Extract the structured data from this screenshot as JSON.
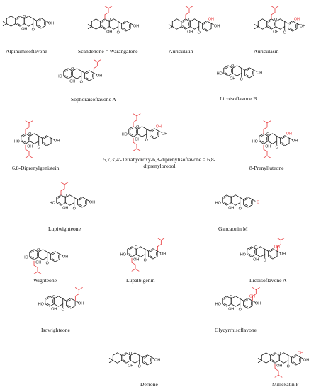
{
  "figure": {
    "compounds": [
      {
        "id": "alpinumisoflavone",
        "name": "Alpinumisoflavone",
        "labels": [
          "OH",
          "O",
          "OH"
        ]
      },
      {
        "id": "scandenone",
        "name": "Scandenone = Warangalone",
        "labels": [
          "OH",
          "O",
          "OH"
        ]
      },
      {
        "id": "auriculatin",
        "name": "Auriculatin",
        "labels": [
          "OH",
          "O",
          "OH",
          "OH"
        ]
      },
      {
        "id": "auriculasin",
        "name": "Auriculasin",
        "labels": [
          "OH",
          "O",
          "OH",
          "OH"
        ]
      },
      {
        "id": "sophoraisoflavone-a",
        "name": "Sophoraisoflavone A",
        "labels": [
          "HO",
          "OH",
          "O",
          "OH"
        ]
      },
      {
        "id": "licoisoflavone-b",
        "name": "Licoisoflavone B",
        "labels": [
          "HO",
          "OH",
          "O"
        ]
      },
      {
        "id": "diprenylgenistein",
        "name": "6,8-Diprenylgenistein",
        "labels": [
          "HO",
          "OH",
          "O",
          "OH"
        ]
      },
      {
        "id": "tetrahydroxy-diprenylisoflavone",
        "name": "5,7,3',4'-Tetrahydroxy-6,8-diprenylisoflavone = 6,8-diprenylorobol",
        "labels": [
          "HO",
          "OH",
          "O",
          "OH",
          "OH"
        ]
      },
      {
        "id": "prenylluteone",
        "name": "8-Prenylluteone",
        "labels": [
          "HO",
          "OH",
          "O",
          "OH",
          "OH"
        ]
      },
      {
        "id": "lupiwighteone",
        "name": "Lupiwighteone",
        "labels": [
          "HO",
          "OH",
          "O",
          "OH"
        ]
      },
      {
        "id": "gancaonin-m",
        "name": "Gancaonin M",
        "labels": [
          "HO",
          "OH",
          "O",
          "O"
        ]
      },
      {
        "id": "wighteone",
        "name": "Wighteone",
        "labels": [
          "HO",
          "OH",
          "O",
          "OH"
        ]
      },
      {
        "id": "lupalbigenin",
        "name": "Lupalbigenin",
        "labels": [
          "HO",
          "OH",
          "O",
          "OH"
        ]
      },
      {
        "id": "licoisoflavone-a",
        "name": "Licoisoflavone A",
        "labels": [
          "HO",
          "OH",
          "O",
          "OH",
          "OH"
        ]
      },
      {
        "id": "isowighteone",
        "name": "Isowighteone",
        "labels": [
          "HO",
          "OH",
          "O",
          "OH"
        ]
      },
      {
        "id": "glycyrrhisoflavone",
        "name": "Glycyrrhisoflavone",
        "labels": [
          "HO",
          "OH",
          "O",
          "OH",
          "OH"
        ]
      },
      {
        "id": "derrone",
        "name": "Derrone",
        "labels": [
          "OH",
          "O",
          "OH"
        ]
      },
      {
        "id": "millexatin-f",
        "name": "Millexatin F",
        "labels": [
          "OH",
          "O",
          "OH",
          "OH"
        ]
      }
    ],
    "colors": {
      "bond": "#1a1a1a",
      "highlight": "#e8373a",
      "text": "#111111"
    }
  }
}
